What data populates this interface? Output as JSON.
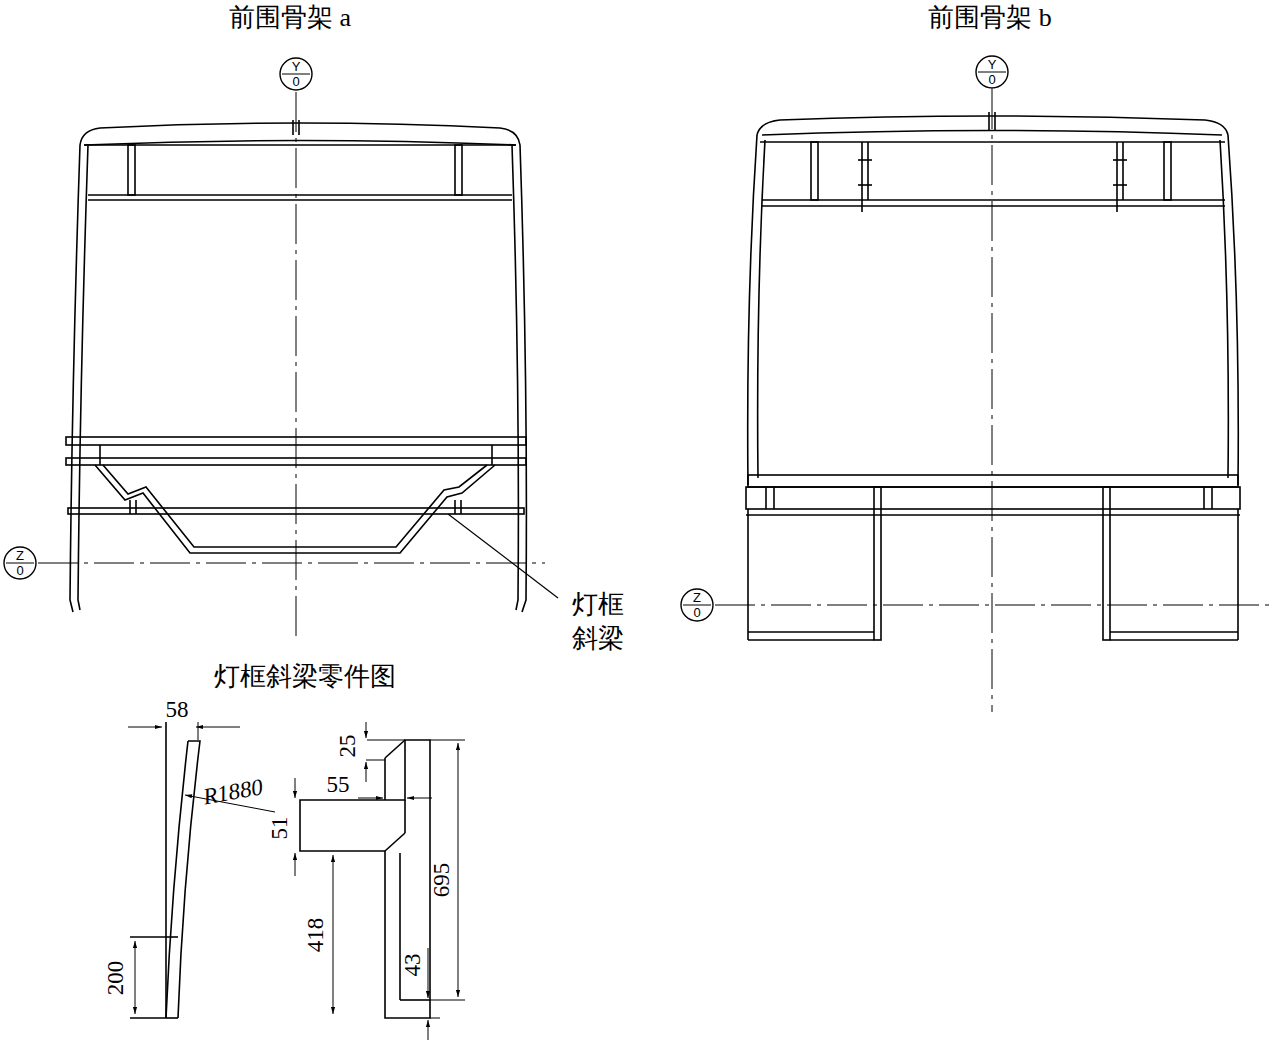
{
  "diagram": {
    "nodes": [
      {
        "text": [
          "Y",
          "0"
        ]
      },
      {
        "text": [
          "Y",
          "0"
        ]
      },
      {
        "text": [
          "Z",
          "0"
        ]
      },
      {
        "text": [
          "Z",
          "0"
        ]
      }
    ],
    "labels": [
      "前围骨架 a",
      "前围骨架 b",
      "灯框 斜梁",
      "灯框斜梁零件图",
      "58",
      "R1880",
      "25",
      "55",
      "51",
      "418",
      "695",
      "43",
      "200"
    ]
  }
}
